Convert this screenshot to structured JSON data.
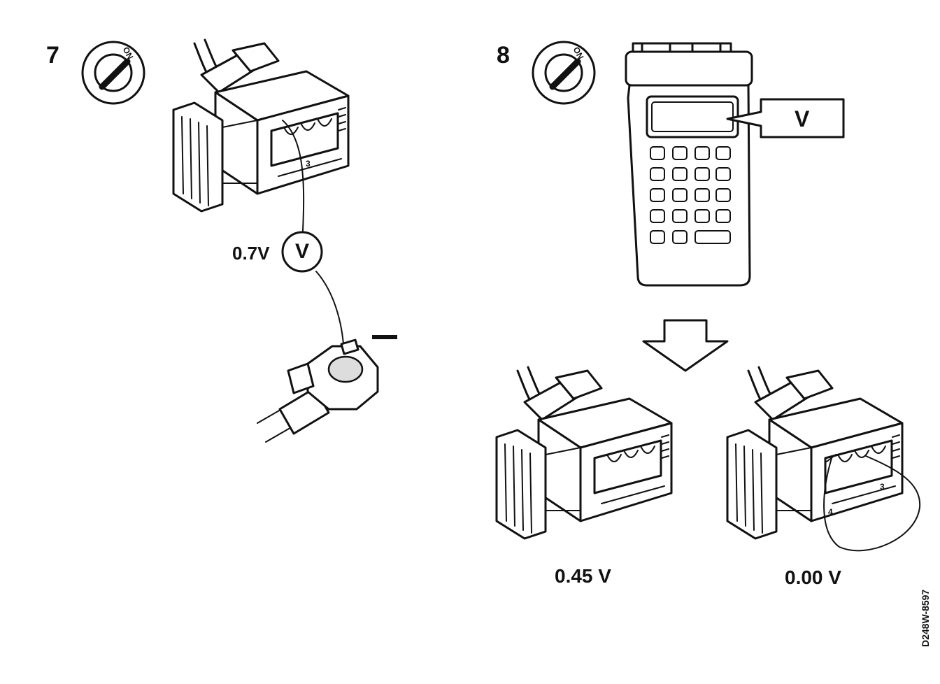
{
  "step7": {
    "number": "7",
    "ignition_label": "ON",
    "pin_label": "3",
    "meter_symbol": "V",
    "reading": "0.7V"
  },
  "step8": {
    "number": "8",
    "ignition_label": "ON",
    "display_symbol": "V",
    "left_reading": "0.45 V",
    "right_reading": "0.00 V",
    "jumper_pins": [
      "4",
      "3"
    ]
  },
  "figure_code": "D248W-8597",
  "colors": {
    "ink": "#111111",
    "paper": "#ffffff",
    "shade": "#dddddd"
  }
}
